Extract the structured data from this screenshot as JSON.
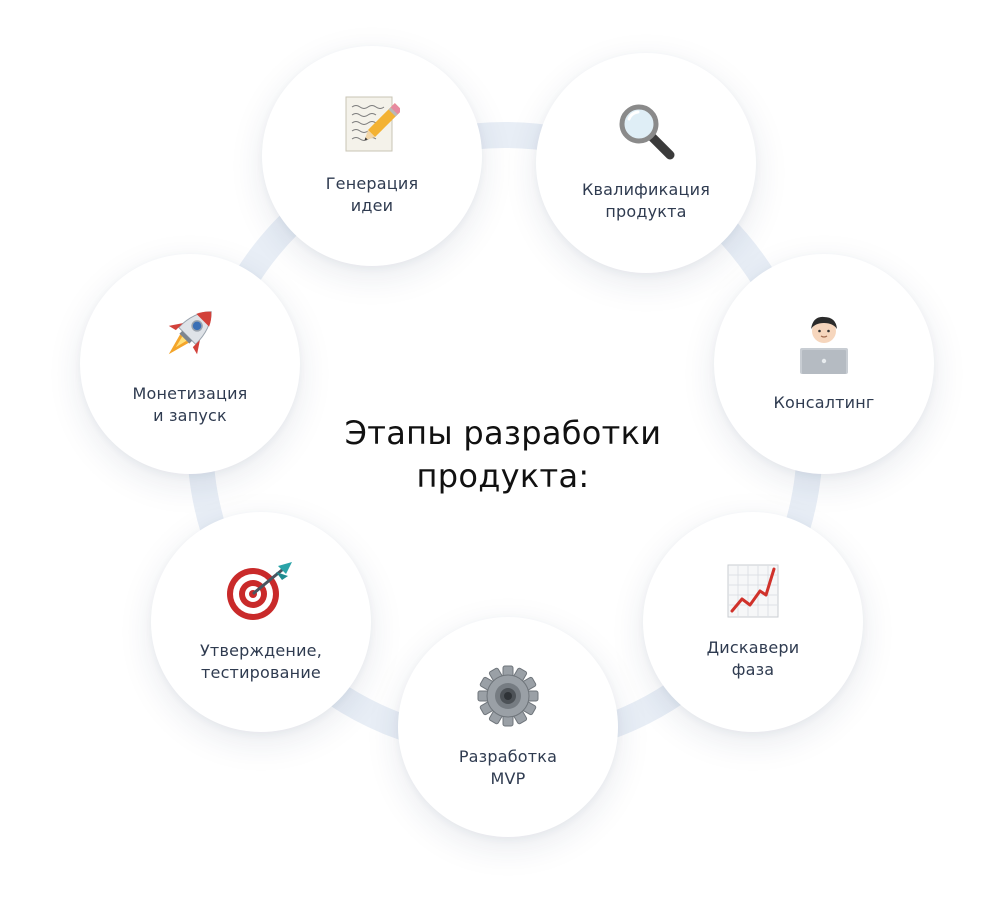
{
  "center_title": "Этапы разработки\nпродукта:",
  "colors": {
    "ring": "#e8eef6",
    "label_text": "#2f3b50",
    "title_text": "#111111"
  },
  "stages": [
    {
      "label": "Генерация\nидеи",
      "icon": "memo-pencil-icon"
    },
    {
      "label": "Квалификация\nпродукта",
      "icon": "magnifying-glass-icon"
    },
    {
      "label": "Консалтинг",
      "icon": "person-laptop-icon"
    },
    {
      "label": "Дискавери\nфаза",
      "icon": "chart-increasing-icon"
    },
    {
      "label": "Разработка\nMVP",
      "icon": "gear-icon"
    },
    {
      "label": "Утверждение,\nтестирование",
      "icon": "target-dart-icon"
    },
    {
      "label": "Монетизация\nи запуск",
      "icon": "rocket-icon"
    }
  ]
}
